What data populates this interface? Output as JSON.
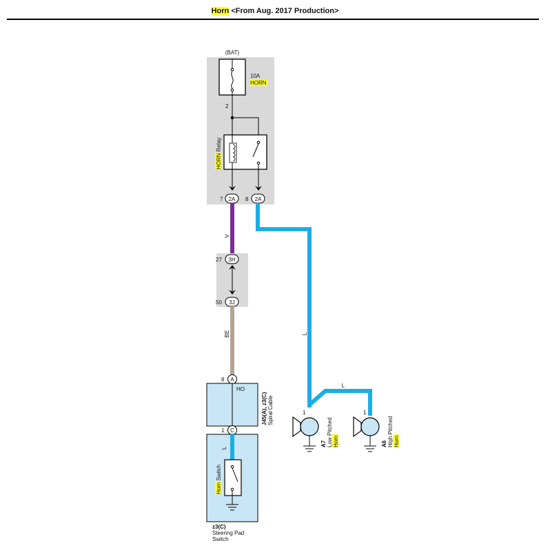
{
  "title": {
    "hl": "Horn",
    "rest": " <From Aug. 2017 Production>"
  },
  "bat": "(BAT)",
  "fuse": {
    "rating": "10A",
    "name": "HORN"
  },
  "relay": {
    "name_hl": "HORN",
    "name_rest": " Relay"
  },
  "pins": {
    "fuse_out": "2",
    "relay_coil": "7",
    "relay_coil_conn": "2A",
    "relay_sw": "8",
    "relay_sw_conn": "2A",
    "j1": "27",
    "j1_conn": "3H",
    "j2": "50",
    "j2_conn": "3J",
    "spiral_in": "8",
    "spiral_in_conn": "A",
    "spiral_out": "1",
    "spiral_out_conn": "C",
    "horn_low": "1",
    "horn_high": "1"
  },
  "wires": {
    "violet": "V",
    "beige": "BE",
    "blue_main": "L",
    "blue_branch": "L",
    "blue_switch": "L"
  },
  "spiral": {
    "signal": "HO",
    "ref_a": "J45(A)",
    "ref_sep": ", ",
    "ref_b": "z3(C)",
    "name": "Spiral Cable"
  },
  "horn_switch": {
    "name_hl": "Horn",
    "name_rest": " Switch"
  },
  "steering_pad": {
    "ref": "z3(C)",
    "line1": "Steering Pad",
    "line2": "Switch"
  },
  "horn_low": {
    "ref": "A7",
    "line1": "Low Pitched",
    "line2": "Horn"
  },
  "horn_high": {
    "ref": "A6",
    "line1": "High Pitched",
    "line2": "Horn"
  },
  "colors": {
    "highlight": "#ffff33",
    "box_gray": "#d9d9d9",
    "box_blue": "#c8e6f5",
    "wire_violet": "#7b2d9a",
    "wire_beige": "#b3a493",
    "wire_blue": "#1aaee6"
  }
}
